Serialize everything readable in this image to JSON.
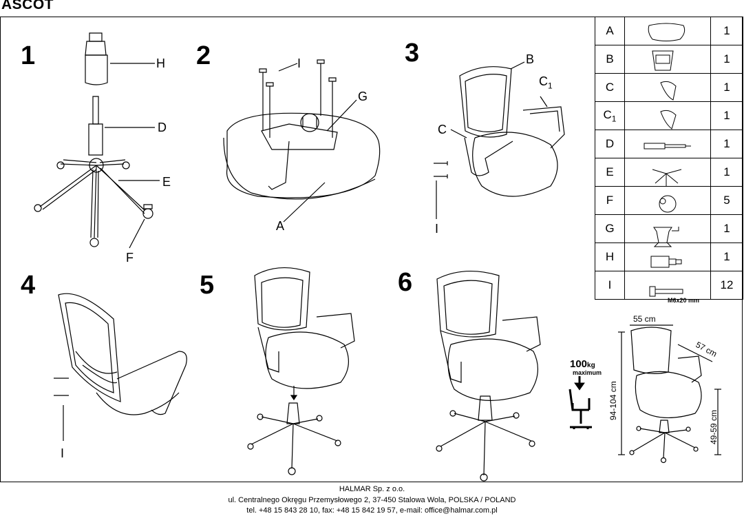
{
  "title": "ASCOT",
  "steps": [
    "1",
    "2",
    "3",
    "4",
    "5",
    "6"
  ],
  "labels": {
    "s1_h": "H",
    "s1_d": "D",
    "s1_e": "E",
    "s1_f": "F",
    "s2_i": "I",
    "s2_g": "G",
    "s2_a": "A",
    "s3_b": "B",
    "s3_c1": "C",
    "s3_c1_sub": "1",
    "s3_c": "C",
    "s3_i": "I",
    "s4_i": "I"
  },
  "parts": [
    {
      "letter": "A",
      "sub": "",
      "qty": "1",
      "icon": "seat-icon"
    },
    {
      "letter": "B",
      "sub": "",
      "qty": "1",
      "icon": "backrest-icon"
    },
    {
      "letter": "C",
      "sub": "",
      "qty": "1",
      "icon": "armrest-icon"
    },
    {
      "letter": "C",
      "sub": "1",
      "qty": "1",
      "icon": "armrest-icon"
    },
    {
      "letter": "D",
      "sub": "",
      "qty": "1",
      "icon": "gas-lift-icon"
    },
    {
      "letter": "E",
      "sub": "",
      "qty": "1",
      "icon": "base-icon"
    },
    {
      "letter": "F",
      "sub": "",
      "qty": "5",
      "icon": "caster-icon"
    },
    {
      "letter": "G",
      "sub": "",
      "qty": "1",
      "icon": "mechanism-icon"
    },
    {
      "letter": "H",
      "sub": "",
      "qty": "1",
      "icon": "lift-cover-icon"
    },
    {
      "letter": "I",
      "sub": "",
      "qty": "12",
      "icon": "screw-icon"
    }
  ],
  "screw_size": "M6x20 mm",
  "dimensions": {
    "width": "55 cm",
    "depth": "57 cm",
    "height": "94-104 cm",
    "seat_height": "49-59 cm"
  },
  "max_load": {
    "value": "100",
    "unit": "kg",
    "note": "maximum"
  },
  "footer": {
    "company": "HALMAR Sp. z o.o.",
    "address": "ul. Centralnego Okręgu Przemysłowego 2, 37-450 Stalowa Wola, POLSKA / POLAND",
    "contact": "tel. +48 15 843 28 10, fax: +48 15 842 19 57, e-mail: office@halmar.com.pl"
  }
}
